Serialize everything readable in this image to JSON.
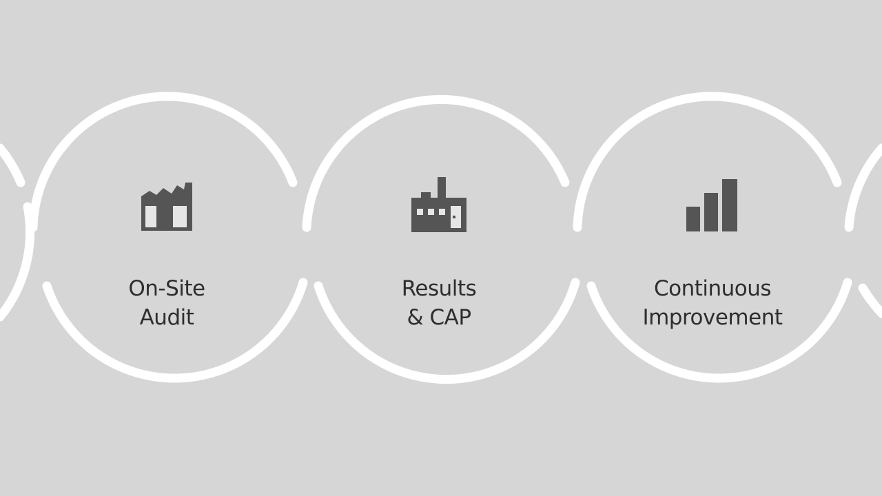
{
  "diagram": {
    "colors": {
      "background": "#d6d6d6",
      "ring": "#ffffff",
      "icon": "#555555",
      "text": "#2e2e2e"
    },
    "steps": [
      {
        "icon": "factory-icon",
        "line1": "On-Site",
        "line2": "Audit"
      },
      {
        "icon": "building-icon",
        "line1": "Results",
        "line2": "& CAP"
      },
      {
        "icon": "bar-chart-icon",
        "line1": "Continuous",
        "line2": "Improvement"
      }
    ]
  }
}
